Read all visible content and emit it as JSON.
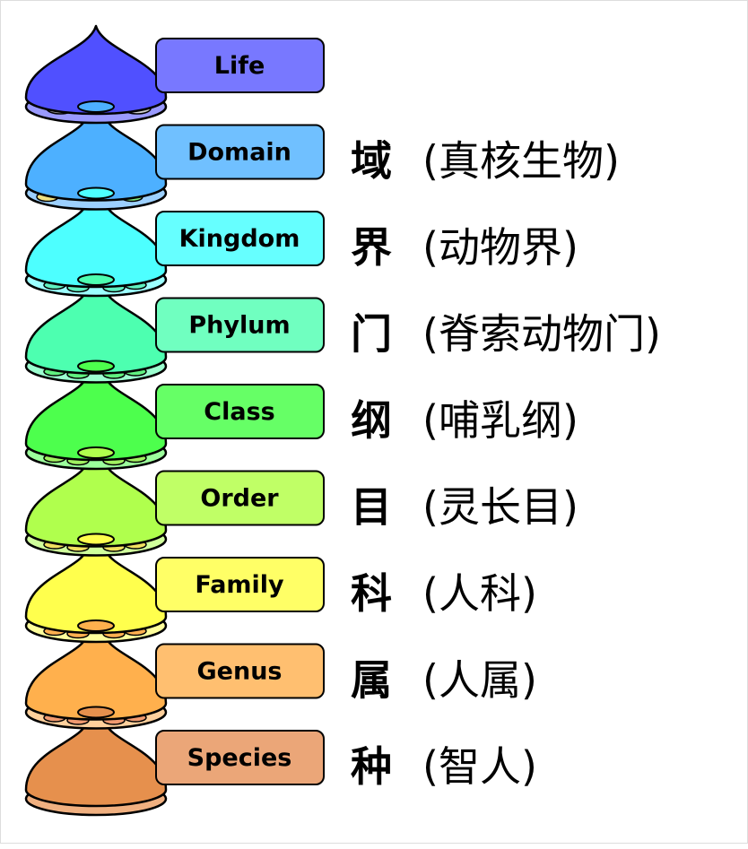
{
  "levels": [
    {
      "label": "Life",
      "rank_cn": "",
      "example_cn": "",
      "dome": "#5050ff",
      "base": "#9a9aff",
      "box": "#7878ff",
      "ovals": [
        "#a0a0a0",
        "#d0d0d0"
      ]
    },
    {
      "label": "Domain",
      "rank_cn": "域",
      "example_cn": "(真核生物)",
      "dome": "#4db0ff",
      "base": "#9cd0ff",
      "box": "#70c0ff",
      "ovals": [
        "#f0e080",
        "#c0e0e8",
        "#80e880"
      ]
    },
    {
      "label": "Kingdom",
      "rank_cn": "界",
      "example_cn": "(动物界)",
      "dome": "#4dffff",
      "base": "#9cffff",
      "box": "#66ffff",
      "ovals": [
        "#60f0c0"
      ]
    },
    {
      "label": "Phylum",
      "rank_cn": "门",
      "example_cn": "(脊索动物门)",
      "dome": "#4dffb0",
      "base": "#9cffd0",
      "box": "#70ffc0",
      "ovals": [
        "#60f080"
      ]
    },
    {
      "label": "Class",
      "rank_cn": "纲",
      "example_cn": "(哺乳纲)",
      "dome": "#4dff4d",
      "base": "#9cff9c",
      "box": "#66ff66",
      "ovals": [
        "#a0f060"
      ]
    },
    {
      "label": "Order",
      "rank_cn": "目",
      "example_cn": "(灵长目)",
      "dome": "#b0ff4d",
      "base": "#d0ff9c",
      "box": "#c0ff66",
      "ovals": [
        "#f0e060"
      ]
    },
    {
      "label": "Family",
      "rank_cn": "科",
      "example_cn": "(人科)",
      "dome": "#ffff4d",
      "base": "#ffff9c",
      "box": "#ffff66",
      "ovals": [
        "#ffb050"
      ]
    },
    {
      "label": "Genus",
      "rank_cn": "属",
      "example_cn": "(人属)",
      "dome": "#ffb04d",
      "base": "#ffd09c",
      "box": "#ffbf70",
      "ovals": [
        "#f09a70"
      ]
    },
    {
      "label": "Species",
      "rank_cn": "种",
      "example_cn": "(智人)",
      "dome": "#e6904d",
      "base": "#f0b080",
      "box": "#eba678",
      "ovals": []
    }
  ]
}
